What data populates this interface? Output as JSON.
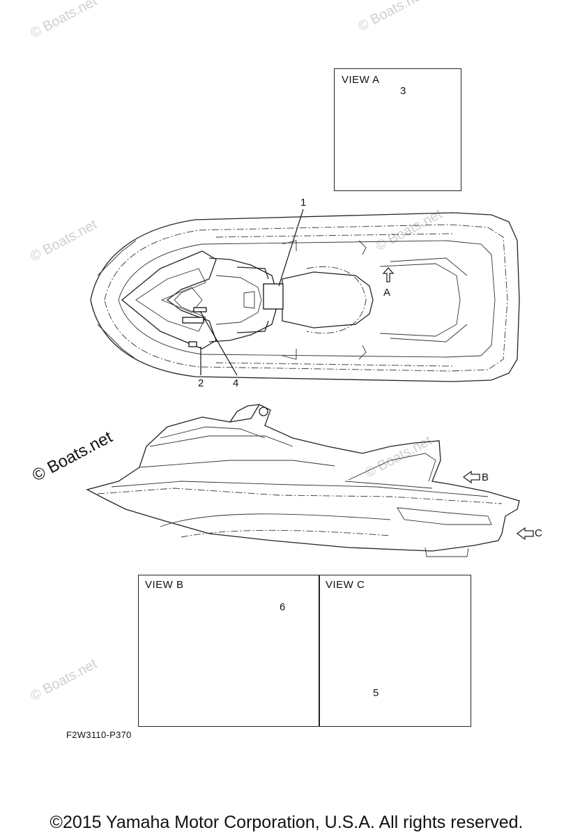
{
  "views": {
    "a": "VIEW A",
    "b": "VIEW B",
    "c": "VIEW C"
  },
  "callouts": {
    "n1": "1",
    "n2": "2",
    "n3": "3",
    "n4": "4",
    "n5": "5",
    "n6": "6"
  },
  "arrows": {
    "a": "A",
    "b": "B",
    "c": "C"
  },
  "watermark": "© Boats.net",
  "part_number": "F2W3110-P370",
  "footer": "©2015 Yamaha Motor Corporation, U.S.A. All rights reserved."
}
